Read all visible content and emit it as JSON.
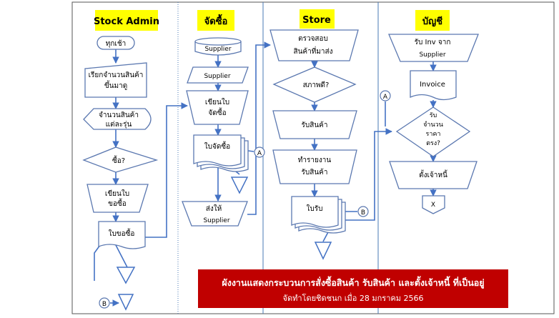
{
  "lanes": [
    {
      "title": "Stock Admin"
    },
    {
      "title": "จัดซื้อ"
    },
    {
      "title": "Store"
    },
    {
      "title": "บัญชี"
    }
  ],
  "stock_admin": {
    "start": "ทุกเช้า",
    "retrieve_line1": "เรียกจำนวนสินค้า",
    "retrieve_line2": "ขึ้นมาดู",
    "display_line1": "จำนวนสินค้า",
    "display_line2": "แต่ละรุ่น",
    "decision": "ซื้อ?",
    "write_pr_line1": "เขียนใบ",
    "write_pr_line2": "ขอซื้อ",
    "pr_doc": "ใบขอซื้อ"
  },
  "purchasing": {
    "supplier_db": "Supplier",
    "supplier_io": "Supplier",
    "write_po_line1": "เขียนใบ",
    "write_po_line2": "จัดซื้อ",
    "po_doc": "ใบจัดซื้อ",
    "send_line1": "ส่งให้",
    "send_line2": "Supplier"
  },
  "store": {
    "check_line1": "ตรวจสอบ",
    "check_line2": "สินค้าที่มาส่ง",
    "decision": "สภาพดี?",
    "receive": "รับสินค้า",
    "report_line1": "ทำรายงาน",
    "report_line2": "รับสินค้า",
    "receipt_doc": "ใบรับ"
  },
  "accounting": {
    "receive_inv_line1": "รับ Inv จาก",
    "receive_inv_line2": "Supplier",
    "invoice_doc": "Invoice",
    "decision_line1": "รับ",
    "decision_line2": "จำนวน",
    "decision_line3": "ราคา",
    "decision_line4": "ตรง?",
    "set_payable": "ตั้งเจ้าหนี้",
    "end": "X"
  },
  "connectors": {
    "a": "A",
    "b": "B"
  },
  "banner": {
    "title": "ผังงานแสดงกระบวนการสั่งซื้อสินค้า รับสินค้า และตั้งเจ้าหนี้ ที่เป็นอยู่",
    "subtitle": "จัดทำโดยชิดชนก เมื่อ 28 มกราคม 2566"
  },
  "colors": {
    "lane_label_bg": "#ffff00",
    "shape_stroke": "#5b78b0",
    "flow_line": "#4472c4",
    "banner_bg": "#c00000",
    "banner_text": "#ffffff"
  }
}
